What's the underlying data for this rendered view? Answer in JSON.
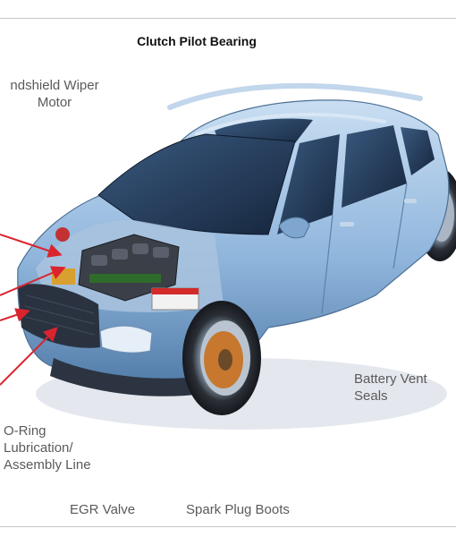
{
  "diagram": {
    "title": "Clutch Pilot Bearing",
    "labels": {
      "wiper_line1": "ndshield Wiper",
      "wiper_line2": "Motor",
      "battery_line1": "Battery Vent",
      "battery_line2": "Seals",
      "oring_line1": "O-Ring",
      "oring_line2": "Lubrication/",
      "oring_line3": "Assembly Line",
      "egr": "EGR Valve",
      "spark": "Spark Plug Boots"
    },
    "colors": {
      "car_body": "#8fb5dc",
      "car_shadow": "#4f7aa6",
      "glass": "#1f3552",
      "arrow": "#d9242e",
      "engine": "#3a3f48",
      "brake": "#c7782e"
    }
  }
}
